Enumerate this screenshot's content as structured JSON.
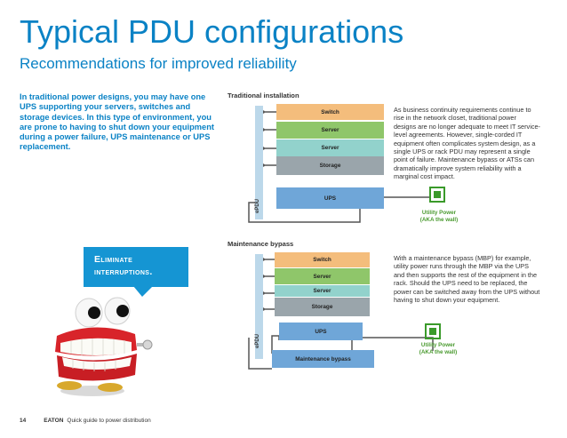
{
  "page": {
    "title": "Typical PDU configurations",
    "subtitle": "Recommendations for improved reliability",
    "intro": "In traditional power designs, you may have one UPS supporting your servers, switches and storage devices. In this type of environment, you are prone to having to shut down your equipment during a power failure, UPS maintenance or UPS replacement."
  },
  "callout": {
    "line1": "Eliminate",
    "line2": "interruptions."
  },
  "traditional": {
    "heading": "Traditional installation",
    "equipment": [
      "Switch",
      "Server",
      "Server",
      "Storage"
    ],
    "ups": "UPS",
    "pdu": "ePDU",
    "utility_line1": "Utility Power",
    "utility_line2": "(AKA the wall)",
    "description": "As business continuity requirements continue to rise in the network closet, traditional power designs are no longer adequate to meet IT service-level agreements. However, single-corded IT equipment often complicates system design, as a single UPS or rack PDU may represent a single point of failure. Maintenance bypass or ATSs can dramatically improve system reliability with a marginal cost impact."
  },
  "bypass": {
    "heading": "Maintenance bypass",
    "equipment": [
      "Switch",
      "Server",
      "Server",
      "Storage"
    ],
    "ups": "UPS",
    "mbp": "Maintenance bypass",
    "pdu": "ePDU",
    "utility_line1": "Utility Power",
    "utility_line2": "(AKA the wall)",
    "description": "With a maintenance bypass (MBP) for example, utility power runs through the MBP via the UPS and then supports the rest of the equipment in the rack. Should the UPS need to be replaced, the power can be switched away from the UPS without having to shut down your equipment."
  },
  "footer": {
    "page_number": "14",
    "brand": "EATON",
    "guide": "Quick guide to power distribution"
  },
  "colors": {
    "blue": "#0a82c5",
    "switch": "#f4bd7c",
    "server": "#8fc66a",
    "server2": "#92d2cc",
    "storage": "#9aa5ab",
    "ups": "#6fa6d8",
    "utility_green": "#3a9a2a",
    "pdu": "#bcd8ea"
  }
}
